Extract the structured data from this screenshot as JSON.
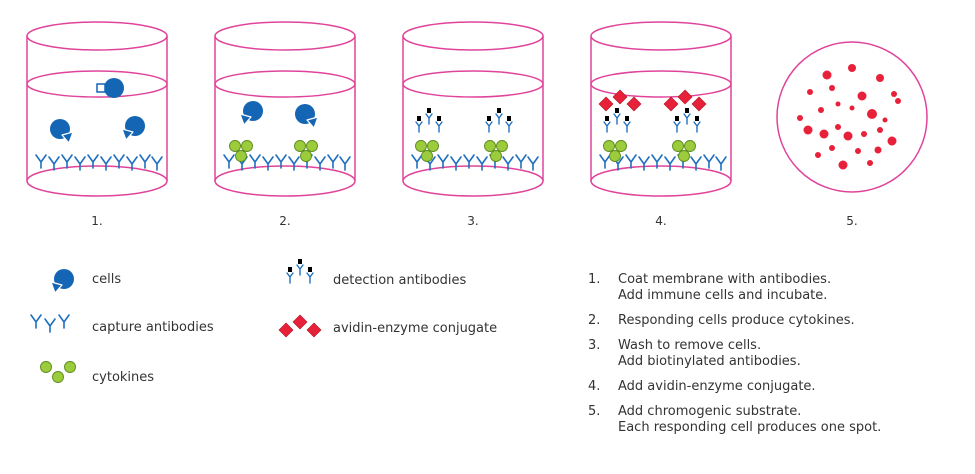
{
  "colors": {
    "well": "#e0449a",
    "cell": "#1565b5",
    "antibody": "#1f6fbf",
    "cytokine_fill": "#9ccc3c",
    "cytokine_stroke": "#5a8a1e",
    "conjugate": "#e8213a",
    "spot": "#e8213a",
    "biotin": "#000000"
  },
  "panels": [
    {
      "label": "1.",
      "contents": [
        "cells",
        "capture-antibodies"
      ]
    },
    {
      "label": "2.",
      "contents": [
        "cells",
        "capture-antibodies",
        "cytokines"
      ]
    },
    {
      "label": "3.",
      "contents": [
        "capture-antibodies",
        "cytokines",
        "detection-antibodies"
      ]
    },
    {
      "label": "4.",
      "contents": [
        "capture-antibodies",
        "cytokines",
        "detection-antibodies",
        "avidin-enzyme-conjugate"
      ]
    },
    {
      "label": "5.",
      "contents": [
        "spots"
      ]
    }
  ],
  "legend": {
    "cells": "cells",
    "capture_antibodies": "capture antibodies",
    "cytokines": "cytokines",
    "detection_antibodies": "detection antibodies",
    "avidin_enzyme_conjugate": "avidin-enzyme conjugate"
  },
  "steps": [
    {
      "number": "1.",
      "lines": [
        "Coat membrane with antibodies.",
        "Add immune cells and incubate."
      ]
    },
    {
      "number": "2.",
      "lines": [
        "Responding cells produce cytokines."
      ]
    },
    {
      "number": "3.",
      "lines": [
        "Wash to remove cells.",
        "Add biotinylated antibodies."
      ]
    },
    {
      "number": "4.",
      "lines": [
        "Add avidin-enzyme conjugate."
      ]
    },
    {
      "number": "5.",
      "lines": [
        "Add chromogenic substrate.",
        "Each responding cell produces one spot."
      ]
    }
  ]
}
